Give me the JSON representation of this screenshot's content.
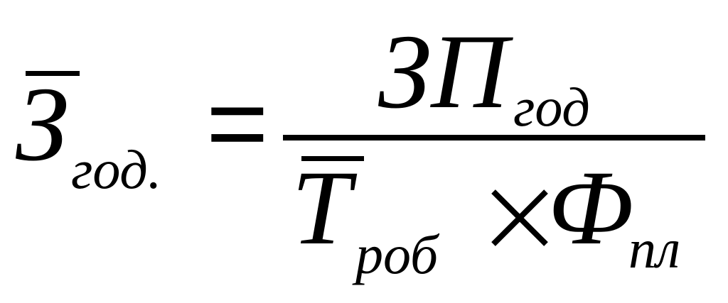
{
  "lhs": {
    "symbol": "З",
    "subscript": "год."
  },
  "equals": "=",
  "numerator": {
    "symbol": "ЗП",
    "subscript": "год"
  },
  "denominator": {
    "term1": {
      "symbol": "Т",
      "subscript": "роб"
    },
    "operator": "×",
    "term2": {
      "symbol": "Ф",
      "subscript": "пл"
    }
  }
}
